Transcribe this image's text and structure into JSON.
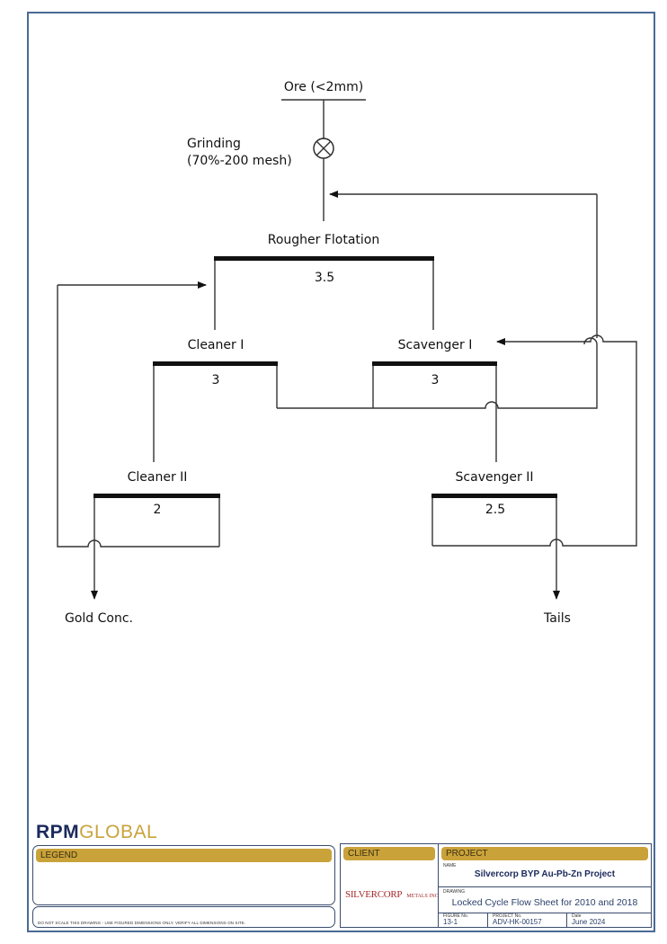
{
  "diagram": {
    "feed": "Ore (<2mm)",
    "grinding": {
      "line1": "Grinding",
      "line2": "(70%-200 mesh)"
    },
    "stages": [
      {
        "id": "rougher",
        "label": "Rougher Flotation",
        "value": "3.5"
      },
      {
        "id": "cleaner1",
        "label": "Cleaner I",
        "value": "3"
      },
      {
        "id": "scavenger1",
        "label": "Scavenger I",
        "value": "3"
      },
      {
        "id": "cleaner2",
        "label": "Cleaner II",
        "value": "2"
      },
      {
        "id": "scavenger2",
        "label": "Scavenger II",
        "value": "2.5"
      }
    ],
    "outputs": {
      "concentrate": "Gold Conc.",
      "tails": "Tails"
    }
  },
  "branding": {
    "logo_bold": "RPM",
    "logo_light": "GLOBAL"
  },
  "legend": {
    "header": "LEGEND",
    "disclaimer": "DO NOT SCALE THIS DRAWING - USE FIGURED DIMENSIONS ONLY. VERIFY ALL DIMENSIONS ON SITE."
  },
  "client": {
    "header": "CLIENT",
    "name_main": "SILVERCORP",
    "name_sub": "METALS INC."
  },
  "project": {
    "header": "PROJECT",
    "name_label": "NAME",
    "name": "Silvercorp BYP Au-Pb-Zn Project",
    "drawing_label": "DRAWING",
    "drawing": "Locked Cycle Flow Sheet for 2010 and 2018",
    "figure_label": "FIGURE No.",
    "figure": "13-1",
    "project_no_label": "PROJECT No.",
    "project_no": "ADV-HK-00157",
    "date_label": "Date",
    "date": "June 2024"
  },
  "colors": {
    "frame": "#4a6a96",
    "gold": "#c9a23a",
    "navy": "#1b2a5c"
  }
}
